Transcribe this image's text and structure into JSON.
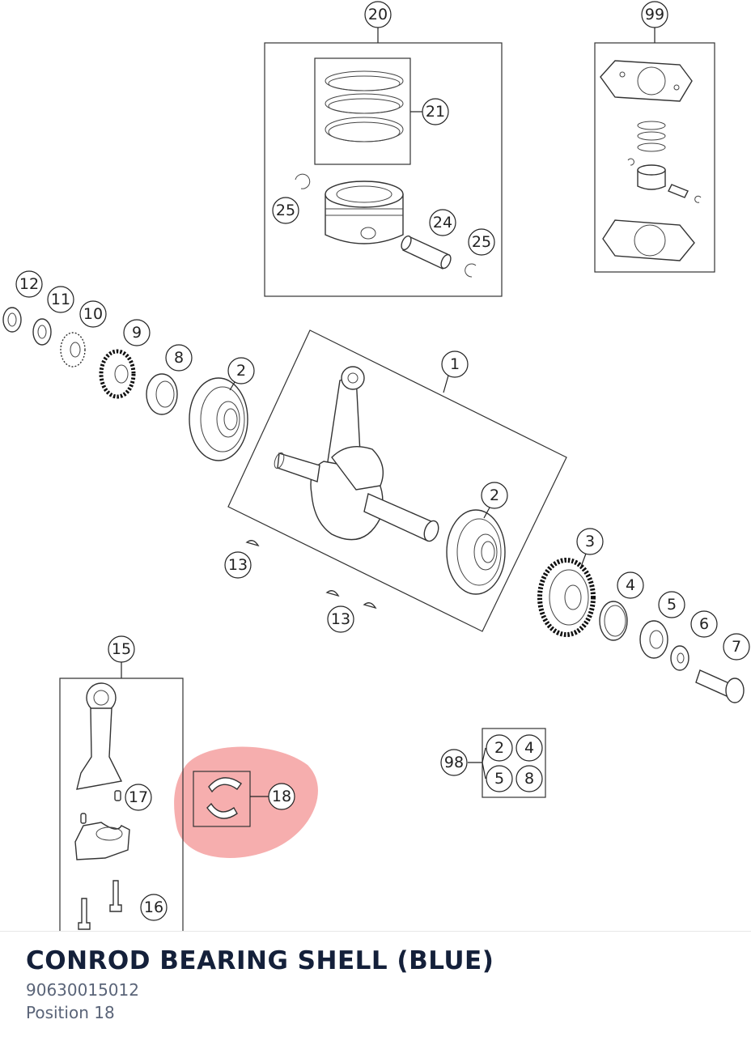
{
  "diagram": {
    "callouts": [
      "20",
      "99",
      "21",
      "25",
      "24",
      "25",
      "12",
      "11",
      "10",
      "9",
      "8",
      "2",
      "1",
      "2",
      "13",
      "13",
      "3",
      "4",
      "5",
      "6",
      "7",
      "15",
      "17",
      "18",
      "16",
      "98",
      "2",
      "4",
      "5",
      "8"
    ],
    "highlight_color": "#f28b8b"
  },
  "detail": {
    "name": "CONROD BEARING SHELL (BLUE)",
    "part_number": "90630015012",
    "position": "Position 18"
  }
}
